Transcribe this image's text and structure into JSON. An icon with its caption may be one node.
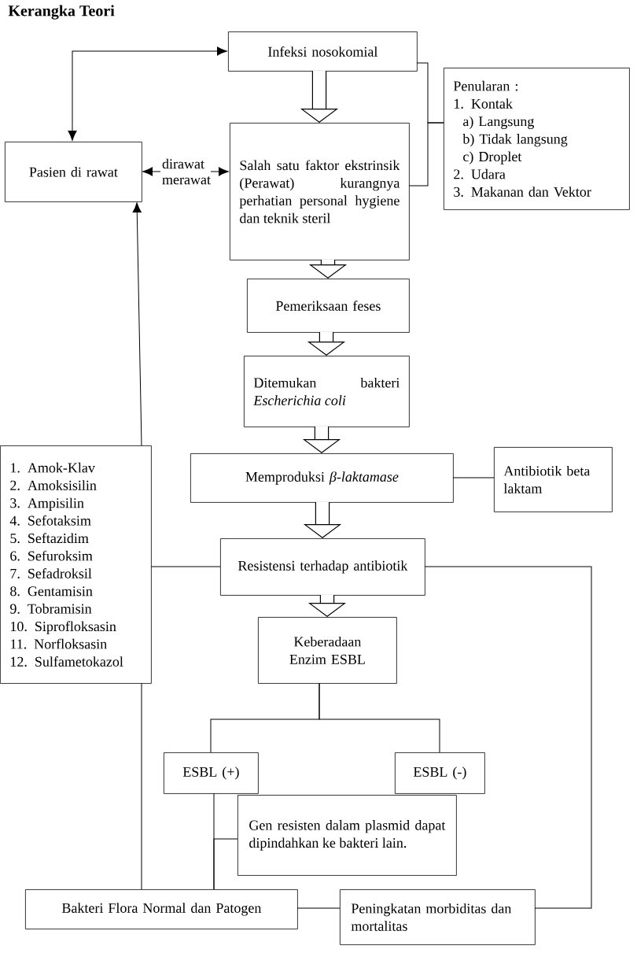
{
  "diagram": {
    "title": "Kerangka Teori",
    "nodes": [
      {
        "text": [
          "Infeksi nosokomial"
        ]
      },
      {
        "text": [
          "Penularan :",
          "1. Kontak",
          "a) Langsung",
          "b) Tidak langsung",
          "c) Droplet",
          "2. Udara",
          "3. Makanan dan Vektor"
        ]
      },
      {
        "text": [
          "Pasien di rawat"
        ]
      },
      {
        "text": [
          "Salah satu faktor ekstrinsik (Perawat) kurangnya perhatian personal hygiene dan teknik steril"
        ]
      },
      {
        "text": [
          "Pemeriksaan feses"
        ]
      },
      {
        "text": [
          "Ditemukan bakteri *Escherichia coli*"
        ]
      },
      {
        "text": [
          "Memproduksi *β-laktamase*"
        ]
      },
      {
        "text": [
          "Antibiotik beta laktam"
        ]
      },
      {
        "text": [
          "Resistensi terhadap antibiotik"
        ]
      },
      {
        "text": [
          "1. Amok-Klav",
          "2. Amoksisilin",
          "3. Ampisilin",
          "4. Sefotaksim",
          "5. Seftazidim",
          "6. Sefuroksim",
          "7. Sefadroksil",
          "8. Gentamisin",
          "9. Tobramisin",
          "10. Siprofloksasin",
          "11. Norfloksasin",
          "12. Sulfametokazol"
        ]
      },
      {
        "text": [
          "Keberadaan Enzim ESBL"
        ]
      },
      {
        "text": [
          "ESBL (+)"
        ]
      },
      {
        "text": [
          "ESBL (-)"
        ]
      },
      {
        "text": [
          "Gen resisten dalam plasmid dapat dipindahkan ke bakteri lain."
        ]
      },
      {
        "text": [
          "Bakteri Flora Normal dan Patogen"
        ]
      },
      {
        "text": [
          "Peningkatan morbiditas dan mortalitas"
        ]
      }
    ],
    "edges": [
      {
        "from": 0,
        "to": 3,
        "arrow": "to",
        "style": "thick"
      },
      {
        "from": 3,
        "to": 4,
        "arrow": "to",
        "style": "thick"
      },
      {
        "from": 4,
        "to": 5,
        "arrow": "to",
        "style": "thick"
      },
      {
        "from": 5,
        "to": 6,
        "arrow": "to",
        "style": "thick"
      },
      {
        "from": 6,
        "to": 8,
        "arrow": "to",
        "style": "thick"
      },
      {
        "from": 8,
        "to": 10,
        "arrow": "to",
        "style": "thick"
      },
      {
        "from": 0,
        "to": 2,
        "arrow": "both"
      },
      {
        "from": 2,
        "to": 3,
        "arrow": "both",
        "label": "dirawat merawat"
      },
      {
        "from": 0,
        "to": 1,
        "arrow": "none"
      },
      {
        "from": 3,
        "to": 1,
        "arrow": "none"
      },
      {
        "from": 6,
        "to": 7,
        "arrow": "none"
      },
      {
        "from": 8,
        "to": 9,
        "arrow": "none"
      },
      {
        "from": 8,
        "to": 15,
        "arrow": "none"
      },
      {
        "from": 10,
        "to": 11,
        "arrow": "none"
      },
      {
        "from": 10,
        "to": 12,
        "arrow": "none"
      },
      {
        "from": 11,
        "to": 14,
        "arrow": "none"
      },
      {
        "from": 13,
        "to": 14,
        "arrow": "none"
      },
      {
        "from": 14,
        "to": 15,
        "arrow": "none"
      },
      {
        "from": 14,
        "to": 9,
        "arrow": "none"
      },
      {
        "from": 9,
        "to": 2,
        "arrow": "to"
      }
    ]
  }
}
